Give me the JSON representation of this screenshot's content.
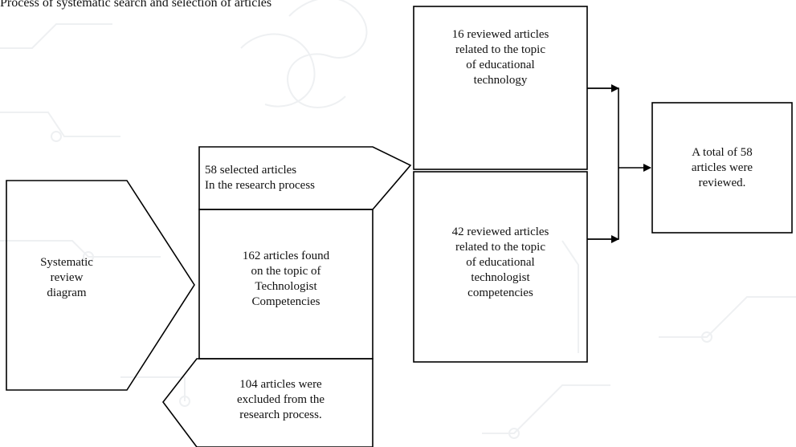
{
  "title": "Process of systematic search and selection of articles",
  "boxes": {
    "systematic_review": "Systematic\nreview\ndiagram",
    "selected": "58 selected articles\nIn the research process",
    "found": "162 articles found\non the topic of\nTechnologist\nCompetencies",
    "excluded": "104 articles were\nexcluded from the\nresearch process.",
    "educational_technology": "16 reviewed articles\nrelated to the topic\nof educational\ntechnology",
    "technologist_competencies": "42 reviewed articles\nrelated to the topic\nof educational\ntechnologist\ncompetencies",
    "total": "A total of 58\narticles were\nreviewed."
  }
}
